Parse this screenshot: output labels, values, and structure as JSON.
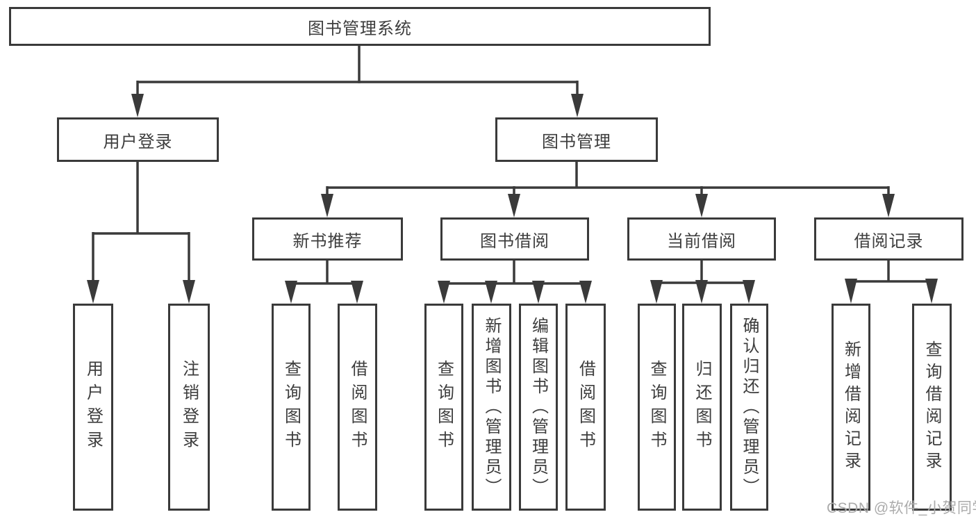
{
  "title": "图书管理系统",
  "nodes": {
    "root": {
      "label": "图书管理系统"
    },
    "level2": [
      {
        "label": "用户登录"
      },
      {
        "label": "图书管理"
      }
    ],
    "level3": [
      {
        "label": "新书推荐"
      },
      {
        "label": "图书借阅"
      },
      {
        "label": "当前借阅"
      },
      {
        "label": "借阅记录"
      }
    ],
    "leaves": [
      {
        "label": "用户登录",
        "parent": "用户登录"
      },
      {
        "label": "注销登录",
        "parent": "用户登录"
      },
      {
        "label": "查询图书",
        "parent": "新书推荐"
      },
      {
        "label": "借阅图书",
        "parent": "新书推荐"
      },
      {
        "label": "查询图书",
        "parent": "图书借阅"
      },
      {
        "label": "新增图书（管理员）",
        "parent": "图书借阅"
      },
      {
        "label": "编辑图书（管理员）",
        "parent": "图书借阅"
      },
      {
        "label": "借阅图书",
        "parent": "图书借阅"
      },
      {
        "label": "查询图书",
        "parent": "当前借阅"
      },
      {
        "label": "归还图书",
        "parent": "当前借阅"
      },
      {
        "label": "确认归还（管理员）",
        "parent": "当前借阅"
      },
      {
        "label": "新增借阅记录",
        "parent": "借阅记录"
      },
      {
        "label": "查询借阅记录",
        "parent": "借阅记录"
      }
    ]
  },
  "watermark": {
    "text": "CSDN @软件_小贺同学"
  },
  "colors": {
    "line": "#3a3a3a",
    "text": "#3d3d3d",
    "watermark": "#ababab",
    "background": "#ffffff"
  }
}
